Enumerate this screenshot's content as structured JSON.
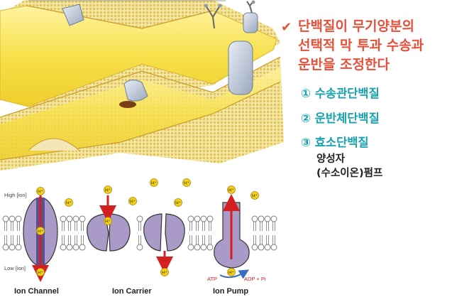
{
  "bullet": {
    "icon": "checkmark-icon",
    "lines": [
      "단백질이 무기양분의",
      "선택적 막 투과 수송과",
      "운반을 조정한다"
    ]
  },
  "items": [
    "① 수송관단백질",
    "② 운반체단백질",
    "③ 효소단백질"
  ],
  "sub_items": [
    "양성자",
    "(수소이온)펌프"
  ],
  "diagram": {
    "labels": {
      "high": "High [ion]",
      "low": "Low [ion]",
      "channel": "Ion Channel",
      "carrier": "Ion Carrier",
      "pump": "Ion Pump",
      "atp": "ATP",
      "adp": "ADP + Pi",
      "proton": "H⁺"
    }
  },
  "colors": {
    "accent": "#e8503a",
    "item": "#19a3b0",
    "protein": "#a99ac8",
    "arrow": "#d42020",
    "ion": "#f2d21a"
  }
}
